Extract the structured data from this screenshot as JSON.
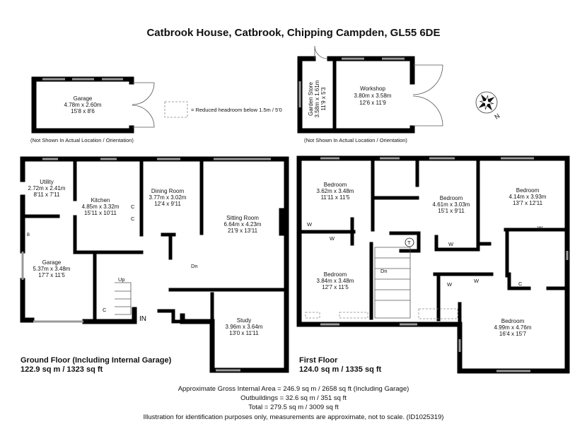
{
  "title": "Catbrook House, Catbrook, Chipping Campden, GL55 6DE",
  "outbuildings": {
    "garage": {
      "name": "Garage",
      "metric": "4.78m x 2.60m",
      "imperial": "15'8 x 8'6"
    },
    "note_left": "(Not Shown In Actual Location / Orientation)",
    "legend": "= Reduced headroom below 1.5m / 5'0",
    "garden_store": {
      "name": "Garden Store",
      "metric": "3.58m x 1.61m",
      "imperial": "11'9 x 5'3"
    },
    "workshop": {
      "name": "Workshop",
      "metric": "3.80m x 3.58m",
      "imperial": "12'6 x 11'9"
    },
    "note_right": "(Not Shown In Actual Location / Orientation)",
    "compass_label": "N"
  },
  "ground_floor": {
    "heading": "Ground Floor (Including Internal Garage)",
    "area": "122.9 sq m / 1323 sq ft",
    "rooms": [
      {
        "name": "Utility",
        "metric": "2.72m x 2.41m",
        "imperial": "8'11 x 7'11"
      },
      {
        "name": "Kitchen",
        "metric": "4.85m x 3.32m",
        "imperial": "15'11 x 10'11"
      },
      {
        "name": "Dining Room",
        "metric": "3.77m x 3.02m",
        "imperial": "12'4 x 9'11"
      },
      {
        "name": "Sitting Room",
        "metric": "6.64m x 4.23m",
        "imperial": "21'9 x 13'11"
      },
      {
        "name": "Garage",
        "metric": "5.37m x 3.48m",
        "imperial": "17'7 x 11'5"
      },
      {
        "name": "Study",
        "metric": "3.96m x 3.64m",
        "imperial": "13'0 x 11'11"
      }
    ],
    "labels": {
      "up": "Up",
      "dn": "Dn",
      "in": "IN",
      "c": "C",
      "b": "B"
    }
  },
  "first_floor": {
    "heading": "First Floor",
    "area": "124.0 sq m / 1335 sq ft",
    "rooms": [
      {
        "name": "Bedroom",
        "metric": "3.62m x 3.48m",
        "imperial": "11'11 x 11'5"
      },
      {
        "name": "Bedroom",
        "metric": "4.61m x 3.03m",
        "imperial": "15'1 x 9'11"
      },
      {
        "name": "Bedroom",
        "metric": "4.14m x 3.93m",
        "imperial": "13'7 x 12'11"
      },
      {
        "name": "Bedroom",
        "metric": "3.84m x 3.48m",
        "imperial": "12'7 x 11'5"
      },
      {
        "name": "Bedroom",
        "metric": "4.99m x 4.76m",
        "imperial": "16'4 x 15'7"
      }
    ],
    "labels": {
      "dn": "Dn",
      "w": "W",
      "t": "T",
      "c": "C"
    }
  },
  "footer": {
    "gross": "Approximate Gross Internal Area = 246.9 sq m / 2658 sq ft (Including Garage)",
    "outbuildings": "Outbuildings = 32.6 sq m / 351 sq ft",
    "total": "Total = 279.5 sq m / 3009 sq ft",
    "disclaimer": "Illustration for identification purposes only, measurements are approximate, not to scale. (ID1025319)"
  }
}
